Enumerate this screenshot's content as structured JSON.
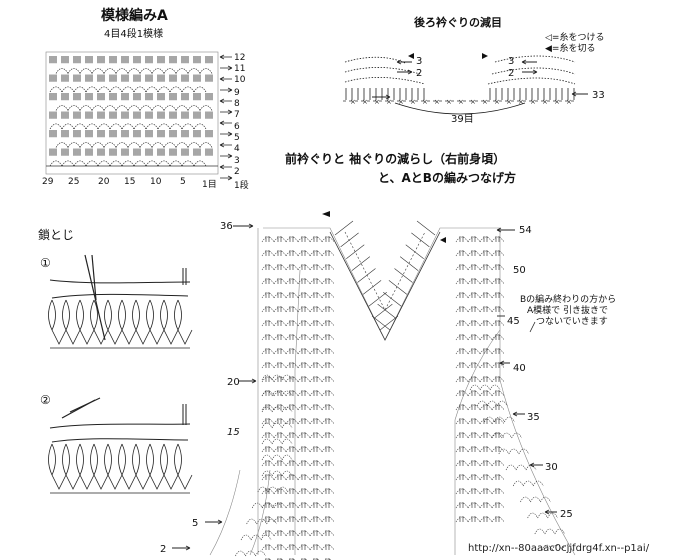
{
  "pattern_a": {
    "title": "模様編みA",
    "subtitle": "4目4段1模様",
    "row_numbers": [
      "12",
      "11",
      "10",
      "9",
      "8",
      "7",
      "6",
      "5",
      "4",
      "3",
      "2",
      "1段"
    ],
    "stitch_numbers": [
      "29",
      "25",
      "20",
      "15",
      "10",
      "5",
      "1目"
    ]
  },
  "back_neck": {
    "title": "後ろ衿ぐりの減目",
    "legend_attach": "=糸をつける",
    "legend_cut": "=糸を切る",
    "label_3_left": "3",
    "label_2_left": "2",
    "label_3_right": "3",
    "label_2_right": "2",
    "label_33": "33",
    "label_39": "39目"
  },
  "front": {
    "title_line1": "前衿ぐりと 袖ぐりの減らし（右前身頃）",
    "title_line2": "と、AとBの編みつなげ方",
    "note": [
      "Bの編み終わりの方から",
      "A模様で 引き抜きで",
      "つないでいきます"
    ],
    "left_labels": [
      "36",
      "20",
      "15",
      "5",
      "2"
    ],
    "right_labels": [
      "54",
      "50",
      "45",
      "40",
      "35",
      "30",
      "25"
    ]
  },
  "chain_join": {
    "title": "鎖とじ",
    "step1": "①",
    "step2": "②"
  },
  "watermark": "http://xn--80aaac0cjjfdrg4f.xn--p1ai/"
}
